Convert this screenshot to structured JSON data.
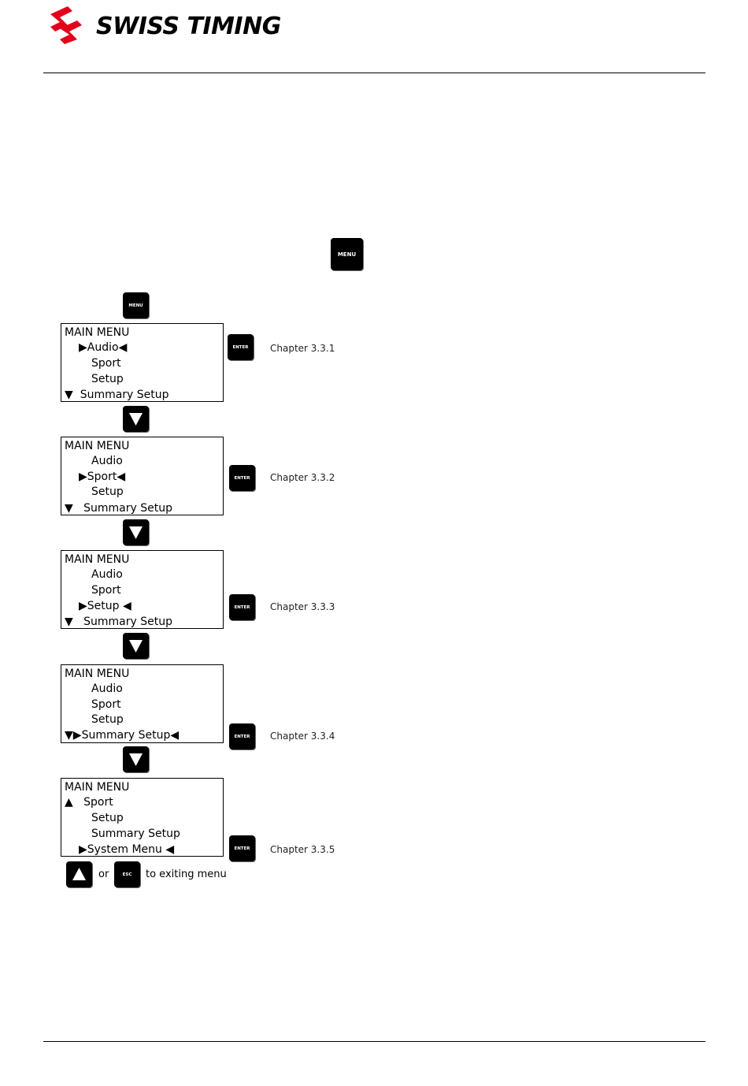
{
  "brand": {
    "name": "SWISS TIMING",
    "logo_color": "#e3001b"
  },
  "keys": {
    "menu": "MENU",
    "enter": "ENTER",
    "esc": "ESC"
  },
  "menus": [
    {
      "title": "MAIN MENU",
      "rows": [
        {
          "text": "Audio",
          "selected": true,
          "lead": "",
          "indent": 1
        },
        {
          "text": "Sport",
          "selected": false,
          "lead": "",
          "indent": 1
        },
        {
          "text": "Setup",
          "selected": false,
          "lead": "",
          "indent": 1
        },
        {
          "text": "Summary Setup",
          "selected": false,
          "lead": "▼",
          "indent": 0
        }
      ],
      "chapter": "Chapter 3.3.1"
    },
    {
      "title": "MAIN MENU",
      "rows": [
        {
          "text": "Audio",
          "selected": false,
          "lead": "",
          "indent": 1
        },
        {
          "text": "Sport",
          "selected": true,
          "lead": "",
          "indent": 1
        },
        {
          "text": "Setup",
          "selected": false,
          "lead": "",
          "indent": 1
        },
        {
          "text": "Summary Setup",
          "selected": false,
          "lead": "▼",
          "indent": 0
        }
      ],
      "chapter": "Chapter 3.3.2"
    },
    {
      "title": "MAIN MENU",
      "rows": [
        {
          "text": "Audio",
          "selected": false,
          "lead": "",
          "indent": 1
        },
        {
          "text": "Sport",
          "selected": false,
          "lead": "",
          "indent": 1
        },
        {
          "text": "Setup",
          "selected": true,
          "lead": "",
          "indent": 1
        },
        {
          "text": "Summary Setup",
          "selected": false,
          "lead": "▼",
          "indent": 0
        }
      ],
      "chapter": "Chapter 3.3.3"
    },
    {
      "title": "MAIN MENU",
      "rows": [
        {
          "text": "Audio",
          "selected": false,
          "lead": "",
          "indent": 1
        },
        {
          "text": "Sport",
          "selected": false,
          "lead": "",
          "indent": 1
        },
        {
          "text": "Setup",
          "selected": false,
          "lead": "",
          "indent": 1
        },
        {
          "text": "Summary Setup",
          "selected": true,
          "lead": "▼",
          "indent": 0
        }
      ],
      "chapter": "Chapter 3.3.4"
    },
    {
      "title": "MAIN MENU",
      "rows": [
        {
          "text": "Sport",
          "selected": false,
          "lead": "▲",
          "indent": 0
        },
        {
          "text": "Setup",
          "selected": false,
          "lead": "",
          "indent": 1
        },
        {
          "text": "Summary Setup",
          "selected": false,
          "lead": "",
          "indent": 1
        },
        {
          "text": "System Menu",
          "selected": true,
          "lead": "",
          "indent": 1
        }
      ],
      "chapter": "Chapter 3.3.5"
    }
  ],
  "footer": {
    "or": "or",
    "exit": "to exiting menu"
  }
}
